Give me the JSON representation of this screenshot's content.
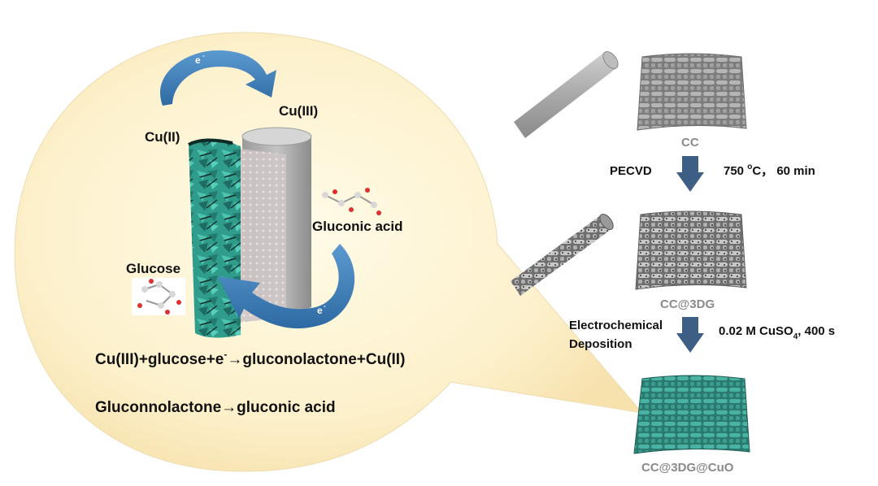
{
  "labels": {
    "electron": "e",
    "electron_sup": "-",
    "cu3": "Cu(III)",
    "cu2": "Cu(II)",
    "gluconic_acid": "Gluconic acid",
    "glucose": "Glucose",
    "reaction1_a": "Cu(III)+glucose+e",
    "reaction1_sup": "-",
    "reaction1_b": "→gluconolactone+Cu(II)",
    "reaction2": "Gluconnolactone→gluconic acid"
  },
  "steps": {
    "cc": "CC",
    "pecvd": "PECVD",
    "temp_a": "750 ",
    "temp_sup": "o",
    "temp_b": "C， 60 min",
    "cc3dg": "CC@3DG",
    "electro_line1": "Electrochemical",
    "electro_line2": "Deposition",
    "cond_a": "0.02 M CuSO",
    "cond_sub": "4",
    "cond_b": ", 400  s",
    "final": "CC@3DG@CuO"
  },
  "colors": {
    "bubble": "#fdf3d0",
    "arrow_blue": "#3f7fb8",
    "teal": "#2f9c8c",
    "step_arrow": "#3d5f86"
  }
}
